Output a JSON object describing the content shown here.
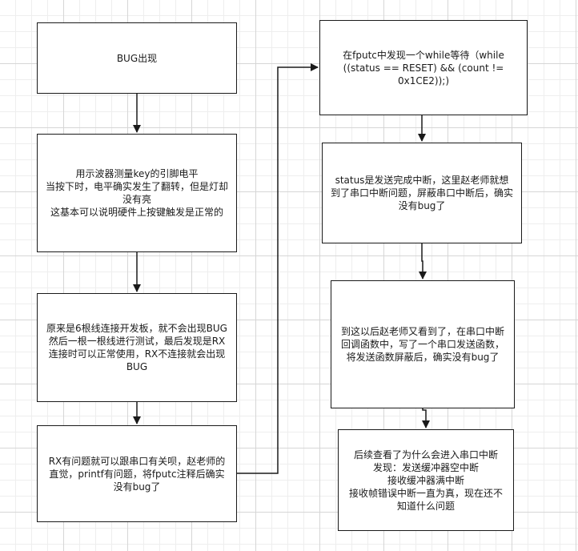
{
  "diagram": {
    "nodes": [
      {
        "id": "n1",
        "text": "BUG出现"
      },
      {
        "id": "n2",
        "text": "用示波器测量key的引脚电平\n当按下时，电平确实发生了翻转，但是灯却没有亮\n这基本可以说明硬件上按键触发是正常的"
      },
      {
        "id": "n3",
        "text": "原来是6根线连接开发板，就不会出现BUG\n然后一根一根线进行测试，最后发现是RX连接时可以正常使用，RX不连接就会出现BUG"
      },
      {
        "id": "n4",
        "text": "RX有问题就可以跟串口有关呗，赵老师的直觉，printf有问题，将fputc注释后确实没有bug了"
      },
      {
        "id": "n5",
        "text": "在fputc中发现一个while等待（while ((status == RESET) && (count != 0x1CE2));)"
      },
      {
        "id": "n6",
        "text": "status是发送完成中断，这里赵老师就想到了串口中断问题，屏蔽串口中断后，确实没有bug了"
      },
      {
        "id": "n7",
        "text": "到这以后赵老师又看到了，在串口中断回调函数中，写了一个串口发送函数，将发送函数屏蔽后，确实没有bug了"
      },
      {
        "id": "n8",
        "text": "后续查看了为什么会进入串口中断\n发现：发送缓冲器空中断\n接收缓冲器满中断\n接收帧错误中断一直为真，现在还不知道什么问题"
      }
    ],
    "edges": [
      {
        "from": "n1",
        "to": "n2"
      },
      {
        "from": "n2",
        "to": "n3"
      },
      {
        "from": "n3",
        "to": "n4"
      },
      {
        "from": "n4",
        "to": "n5"
      },
      {
        "from": "n5",
        "to": "n6"
      },
      {
        "from": "n6",
        "to": "n7"
      },
      {
        "from": "n7",
        "to": "n8"
      }
    ],
    "colors": {
      "stroke": "#1a1a1a",
      "fill": "#ffffff",
      "text": "#1a1a1a"
    }
  }
}
